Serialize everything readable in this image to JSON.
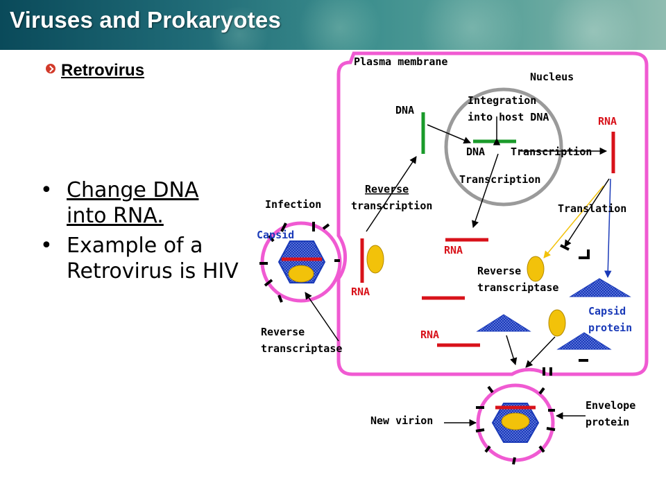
{
  "slide": {
    "title": "Viruses and Prokaryotes",
    "subheading": "Retrovirus",
    "bullets": [
      {
        "text": "Change DNA into RNA.",
        "underlined": true
      },
      {
        "text": "Example of a Retrovirus is HIV",
        "underlined": false
      }
    ]
  },
  "diagram": {
    "labels": {
      "plasma_membrane": "Plasma membrane",
      "nucleus": "Nucleus",
      "integration_1": "Integration",
      "integration_2": "into host DNA",
      "dna_top": "DNA",
      "rna_top": "RNA",
      "dna_inner": "DNA",
      "transcription_1": "Transcription",
      "transcription_2": "Transcription",
      "reverse": "Reverse",
      "transcription_rev": "transcription",
      "infection": "Infection",
      "capsid": "Capsid",
      "translation": "Translation",
      "rna_1": "RNA",
      "rna_2": "RNA",
      "rna_3": "RNA",
      "rt_1": "Reverse",
      "rt_2": "transcriptase",
      "capsid_protein_1": "Capsid",
      "capsid_protein_2": "protein",
      "rt_bottom_1": "Reverse",
      "rt_bottom_2": "transcriptase",
      "envelope_1": "Envelope",
      "envelope_2": "protein",
      "new_virion": "New virion"
    },
    "colors": {
      "membrane": "#f05ad2",
      "dna": "#1a9a2a",
      "rna": "#d8121a",
      "protein": "#1a3ab8",
      "enzyme": "#f2c20a",
      "label_blue": "#1a3ab8",
      "label_red": "#d8121a",
      "nucleus": "#9a9a9a"
    }
  }
}
